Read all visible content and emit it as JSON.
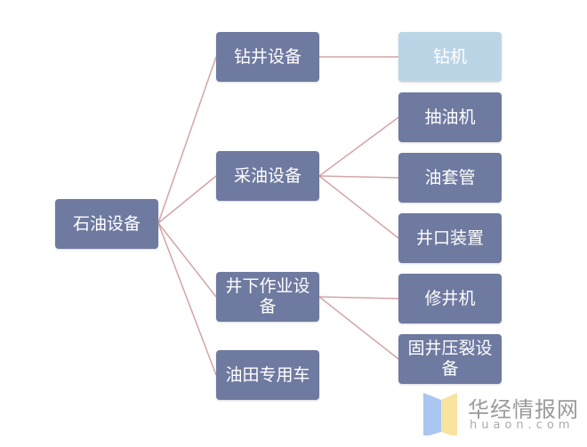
{
  "root": {
    "label": "石油设备"
  },
  "categories": [
    {
      "label": "钻井设备",
      "children": [
        "钻机"
      ]
    },
    {
      "label": "采油设备",
      "children": [
        "抽油机",
        "油套管",
        "井口装置"
      ]
    },
    {
      "label": "井下作业设备",
      "children": [
        "修井机",
        "固井压裂设备"
      ]
    },
    {
      "label": "油田专用车",
      "children": []
    }
  ],
  "watermark": {
    "name": "华经情报网",
    "url": "huaon.com"
  },
  "colors": {
    "box": "#6f7aa0",
    "box_light": "#bcd5e6",
    "connector": "#d4a5a5"
  }
}
